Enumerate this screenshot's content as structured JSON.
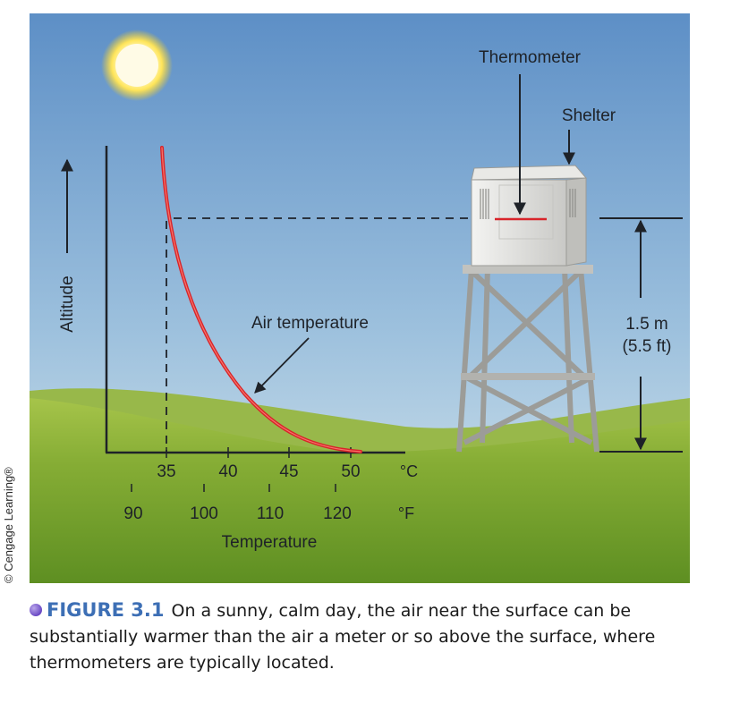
{
  "labels": {
    "thermometer": "Thermometer",
    "shelter": "Shelter",
    "altitude": "Altitude",
    "air_temperature": "Air temperature",
    "height_m": "1.5 m",
    "height_ft": "(5.5 ft)",
    "temperature": "Temperature",
    "unit_c": "°C",
    "unit_f": "°F"
  },
  "celsius_ticks": [
    "35",
    "40",
    "45",
    "50"
  ],
  "fahrenheit_ticks": [
    "90",
    "100",
    "110",
    "120"
  ],
  "credit": "© Cengage Learning®",
  "caption": {
    "figure_label": "FIGURE 3.1",
    "text": "On a sunny, calm day, the air near the surface can be substantially warmer than the air a meter or so above the surface, where thermometers are typically located."
  },
  "colors": {
    "sky_top": "#5d8fc6",
    "sky_bottom": "#d3e5ee",
    "grass": "#7fa834",
    "curve": "#d8242a",
    "caption_label": "#3d6fb5"
  }
}
